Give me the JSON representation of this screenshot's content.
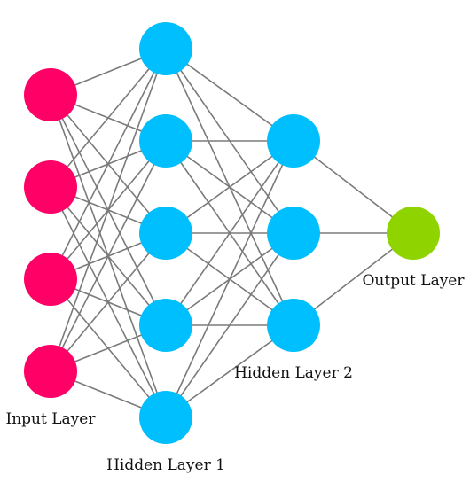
{
  "diagram": {
    "layers": [
      {
        "key": "input",
        "label": "Input Layer",
        "node_count": 4,
        "color": "#ff0066"
      },
      {
        "key": "hidden1",
        "label": "Hidden Layer 1",
        "node_count": 5,
        "color": "#00bfff"
      },
      {
        "key": "hidden2",
        "label": "Hidden Layer 2",
        "node_count": 3,
        "color": "#00bfff"
      },
      {
        "key": "output",
        "label": "Output Layer",
        "node_count": 1,
        "color": "#8fd400"
      }
    ],
    "edge_color": "#7a7a7a",
    "connectivity": "fully-connected"
  }
}
